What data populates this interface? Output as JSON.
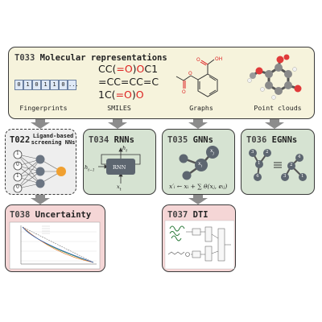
{
  "top": {
    "code": "T033",
    "title": "Molecular representations",
    "bits": [
      "0",
      "1",
      "0",
      "1",
      "1",
      "0",
      "..."
    ],
    "smiles_lines": [
      [
        {
          "t": "CC("
        },
        {
          "t": "=O",
          "r": true
        },
        {
          "t": ")"
        },
        {
          "t": "O",
          "r": true
        },
        {
          "t": "C1"
        }
      ],
      [
        {
          "t": "=CC=CC=C"
        }
      ],
      [
        {
          "t": "1C("
        },
        {
          "t": "=O",
          "r": true
        },
        {
          "t": ")"
        },
        {
          "t": "O",
          "r": true
        }
      ]
    ],
    "captions": {
      "fingerprints": "Fingerprints",
      "smiles": "SMILES",
      "graphs": "Graphs",
      "point_clouds": "Point clouds"
    }
  },
  "t022": {
    "code": "T022",
    "title_line1": "Ligand-based",
    "title_line2": "screening NNs",
    "input_labels": [
      "1",
      "0",
      "1",
      "0"
    ]
  },
  "t034": {
    "code": "T034",
    "title": "RNNs",
    "cell": "RNN",
    "h_t": "h",
    "h_t_sub": "t",
    "h_prev": "h",
    "h_prev_sub": "t−1",
    "x_t": "x",
    "x_t_sub": "t"
  },
  "t035": {
    "code": "T035",
    "title": "GNNs",
    "node_xj": "x",
    "node_xj_sub": "j",
    "node_xi": "x",
    "node_xi_sub": "i",
    "formula": "x′ᵢ ← xᵢ + ∑ θ(xⱼ, eᵢⱼ)"
  },
  "t036": {
    "code": "T036",
    "title": "EGNNs",
    "left_nodes": [
      "3",
      "2",
      "1",
      "4"
    ],
    "right_nodes": [
      "4",
      "2",
      "3",
      "1"
    ]
  },
  "t038": {
    "code": "T038",
    "title": "Uncertainty"
  },
  "t037": {
    "code": "T037",
    "title": "DTI"
  },
  "colors": {
    "top_fill": "#f6f3dc",
    "gray_fill": "#eeeeee",
    "green_fill": "#d6e3d2",
    "pink_fill": "#f5d6d6",
    "node": "#5a6470",
    "accent": "#f0a030",
    "red": "#d22222"
  }
}
